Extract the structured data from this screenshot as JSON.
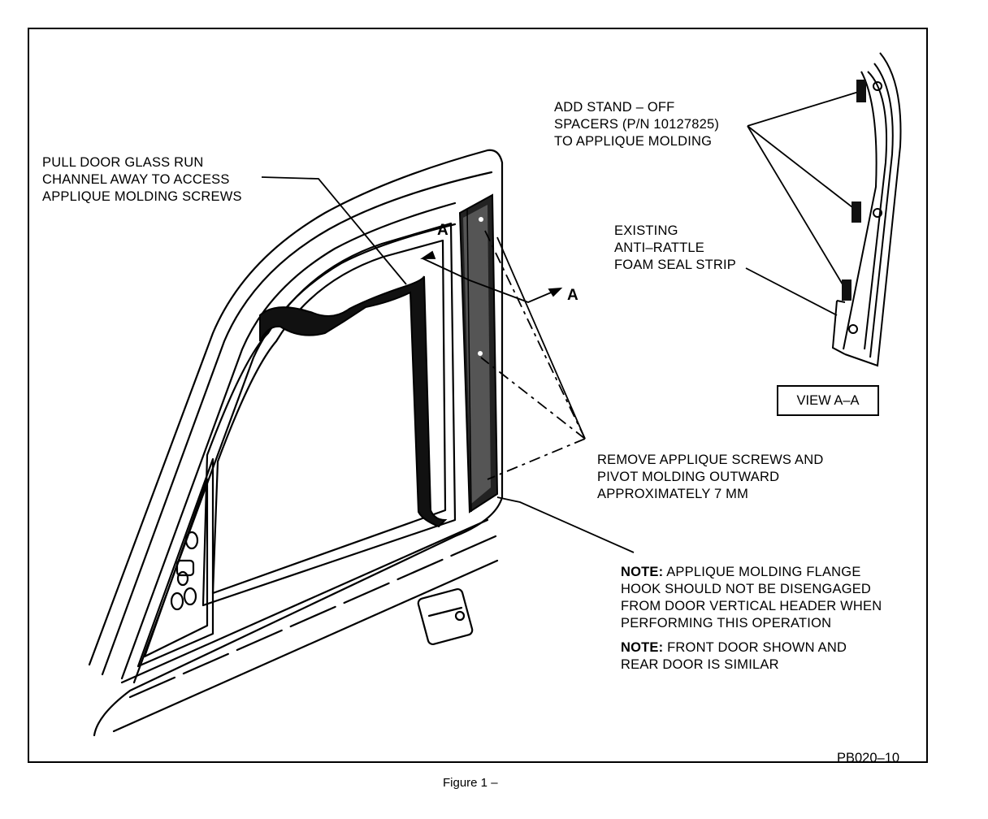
{
  "callouts": {
    "pull_channel": [
      "PULL DOOR GLASS RUN",
      "CHANNEL AWAY TO ACCESS",
      "APPLIQUE MOLDING SCREWS"
    ],
    "stand_off": [
      "ADD STAND – OFF",
      "SPACERS (P/N 10127825)",
      "TO APPLIQUE MOLDING"
    ],
    "foam_seal": [
      "EXISTING",
      "ANTI–RATTLE",
      "FOAM SEAL STRIP"
    ],
    "remove_screws": [
      "REMOVE APPLIQUE SCREWS AND",
      "PIVOT MOLDING OUTWARD",
      "APPROXIMATELY 7 MM"
    ],
    "note1_label": "NOTE:",
    "note1": [
      "APPLIQUE MOLDING FLANGE",
      "HOOK SHOULD NOT BE DISENGAGED",
      "FROM DOOR VERTICAL HEADER WHEN",
      "PERFORMING THIS OPERATION"
    ],
    "note2_label": "NOTE:",
    "note2": [
      "FRONT DOOR SHOWN AND",
      "REAR DOOR IS SIMILAR"
    ]
  },
  "section_markers": {
    "upper": "A",
    "lower": "A"
  },
  "view_label": "VIEW A–A",
  "figure_code": "PB020–10",
  "caption": "Figure  1 –"
}
